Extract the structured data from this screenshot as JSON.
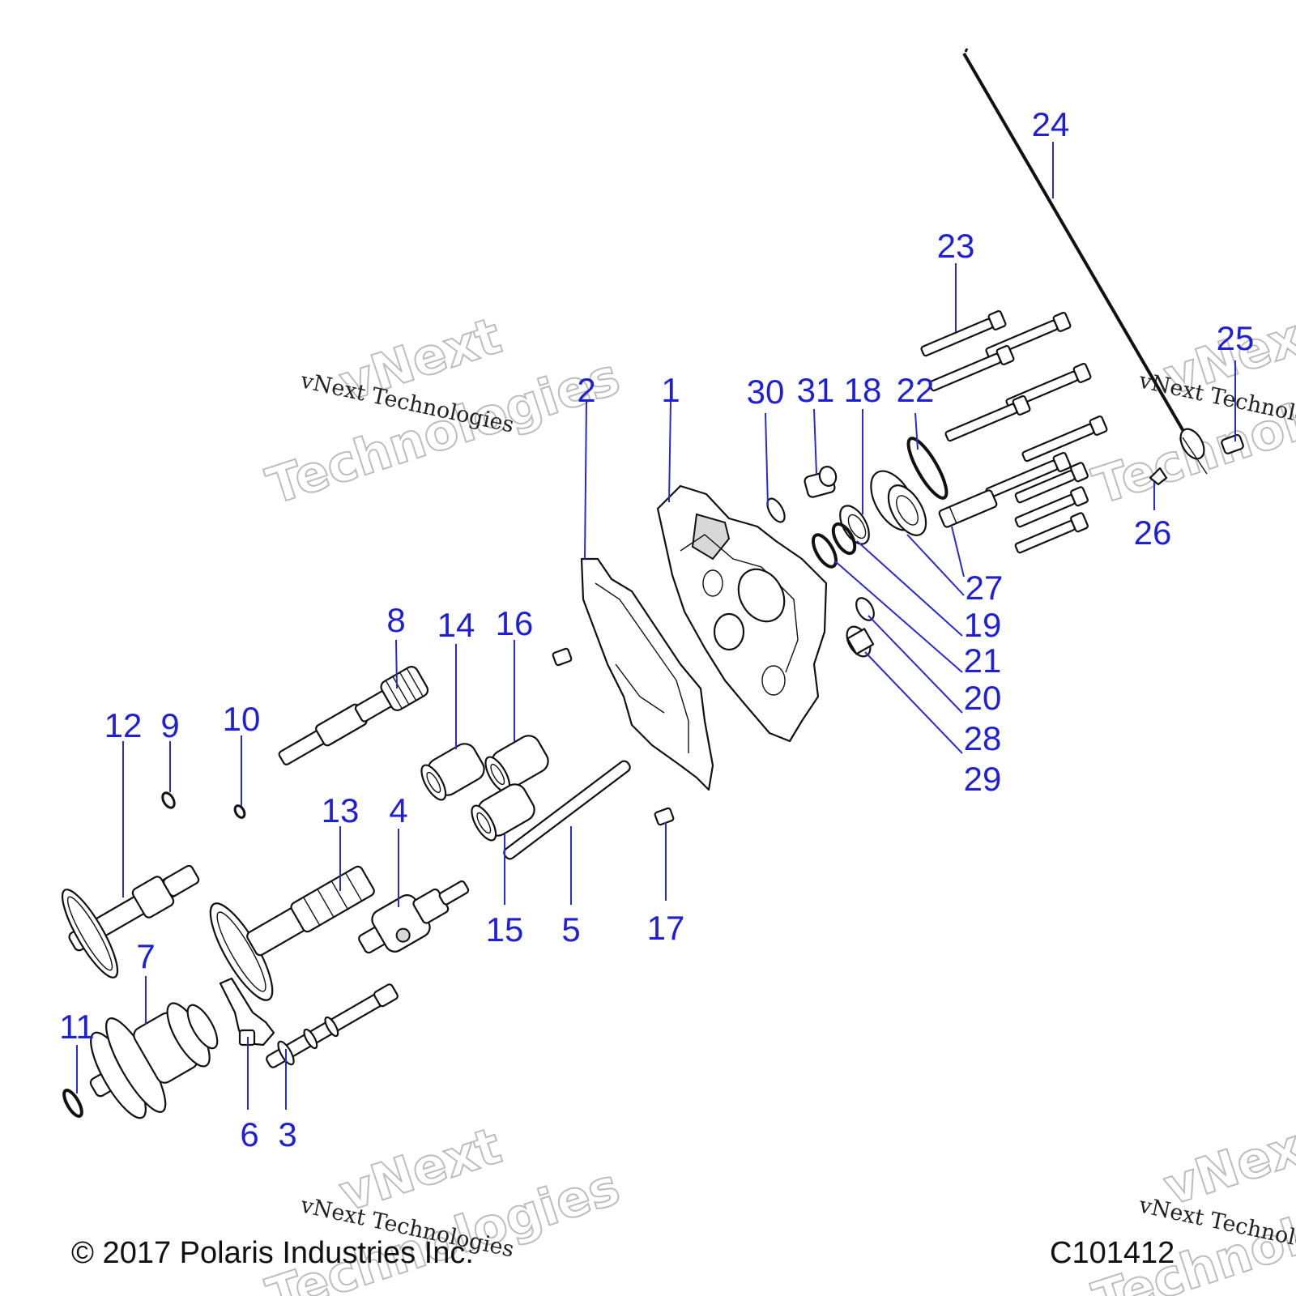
{
  "footer": {
    "copyright": "© 2017 Polaris Industries Inc.",
    "figure_code": "C101412"
  },
  "watermark": {
    "line1": "vNext Technologies",
    "line2": "vNext",
    "line3": "Technologies"
  },
  "callouts": [
    {
      "id": "1",
      "label": "1"
    },
    {
      "id": "2",
      "label": "2"
    },
    {
      "id": "3",
      "label": "3"
    },
    {
      "id": "4",
      "label": "4"
    },
    {
      "id": "5",
      "label": "5"
    },
    {
      "id": "6",
      "label": "6"
    },
    {
      "id": "7",
      "label": "7"
    },
    {
      "id": "8",
      "label": "8"
    },
    {
      "id": "9",
      "label": "9"
    },
    {
      "id": "10",
      "label": "10"
    },
    {
      "id": "11",
      "label": "11"
    },
    {
      "id": "12",
      "label": "12"
    },
    {
      "id": "13",
      "label": "13"
    },
    {
      "id": "14",
      "label": "14"
    },
    {
      "id": "15",
      "label": "15"
    },
    {
      "id": "16",
      "label": "16"
    },
    {
      "id": "17",
      "label": "17"
    },
    {
      "id": "18",
      "label": "18"
    },
    {
      "id": "19",
      "label": "19"
    },
    {
      "id": "20",
      "label": "20"
    },
    {
      "id": "21",
      "label": "21"
    },
    {
      "id": "22",
      "label": "22"
    },
    {
      "id": "23",
      "label": "23"
    },
    {
      "id": "24",
      "label": "24"
    },
    {
      "id": "25",
      "label": "25"
    },
    {
      "id": "26",
      "label": "26"
    },
    {
      "id": "27",
      "label": "27"
    },
    {
      "id": "28",
      "label": "28"
    },
    {
      "id": "29",
      "label": "29"
    },
    {
      "id": "30",
      "label": "30"
    },
    {
      "id": "31",
      "label": "31"
    }
  ],
  "colors": {
    "callout": "#1f1fd6",
    "line": "#111111",
    "background": "#ffffff"
  }
}
